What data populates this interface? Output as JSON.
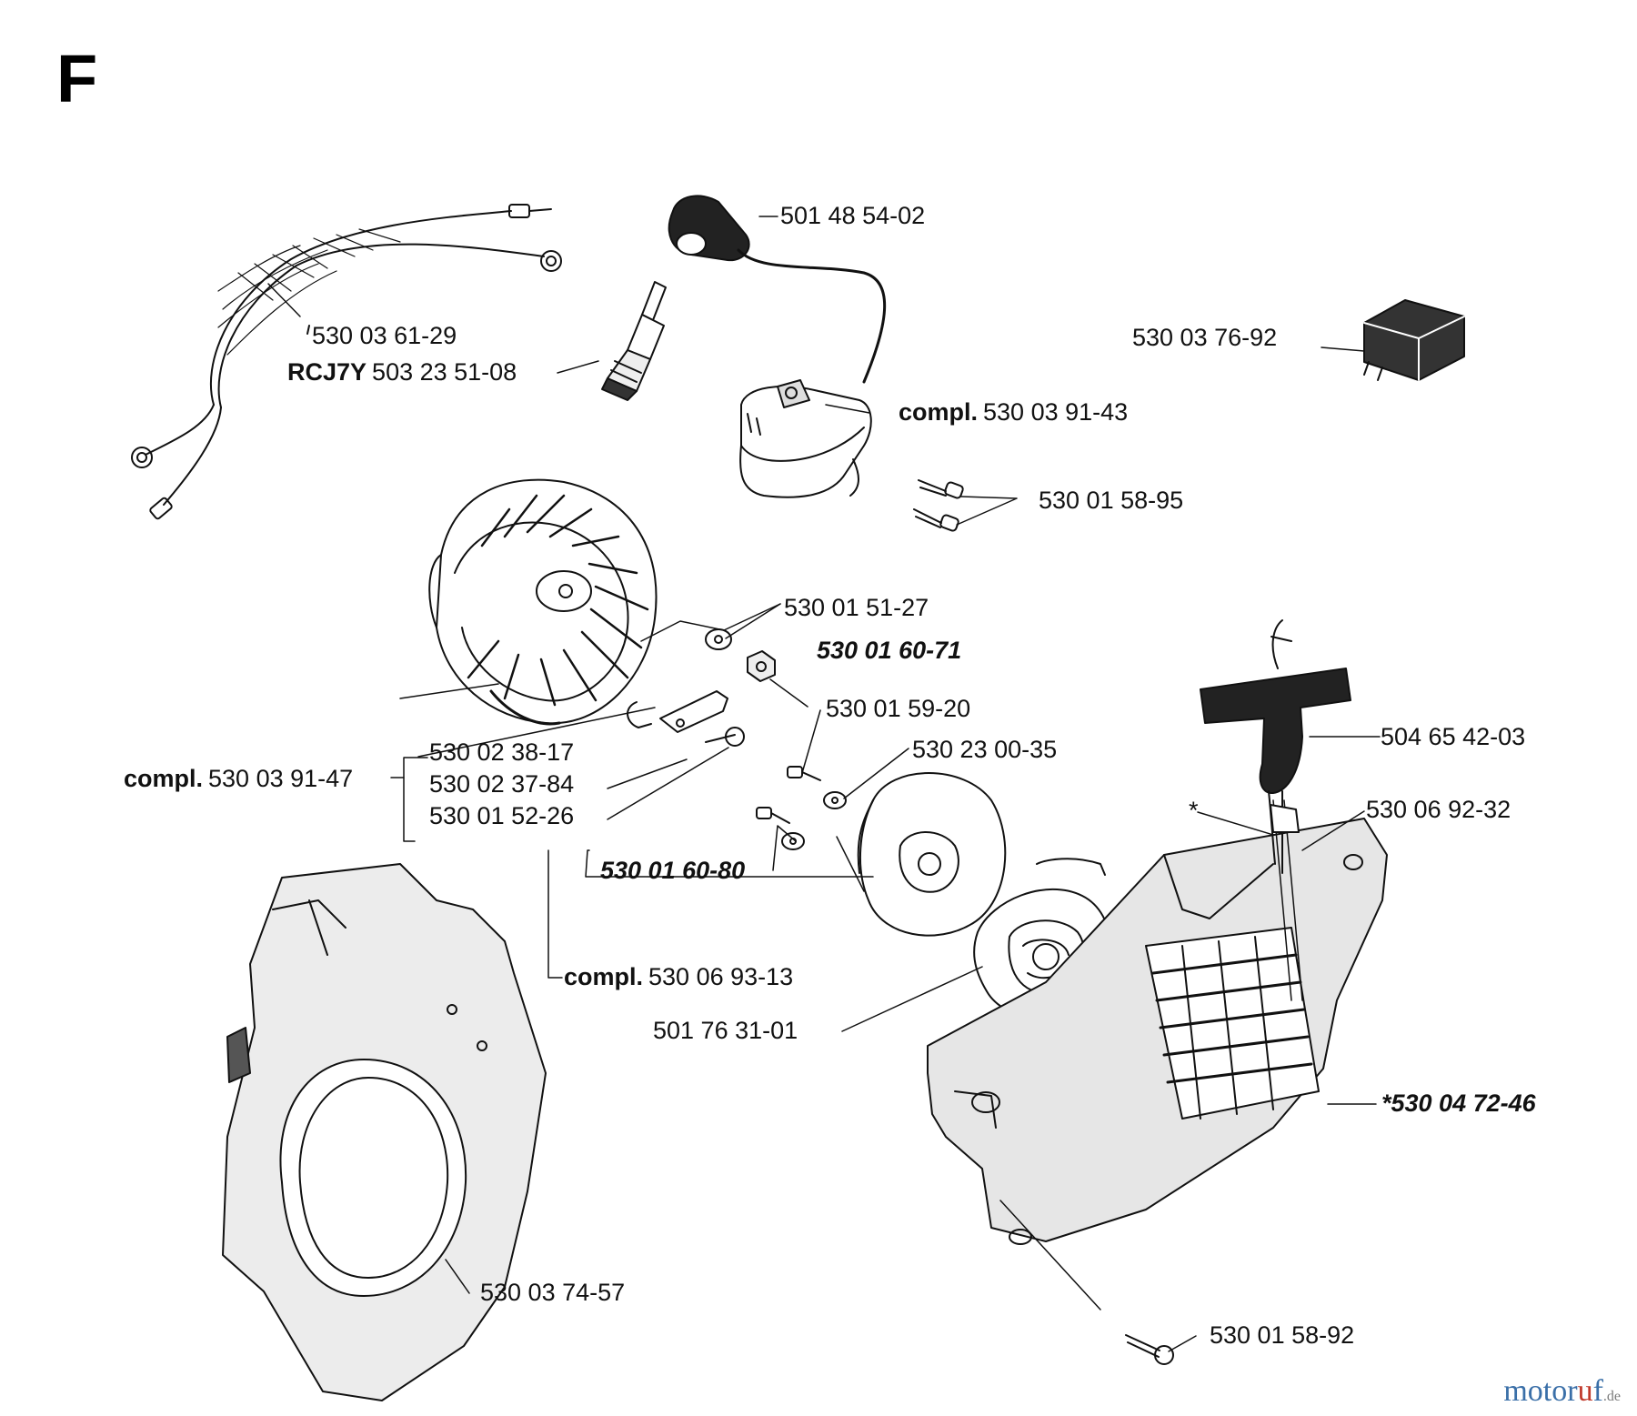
{
  "section_letter": "F",
  "labels": {
    "p1": "501 48 54-02",
    "p2": "530 03 61-29",
    "p3_prefix": "RCJ7Y",
    "p3": "503 23 51-08",
    "p4": "530 03 76-92",
    "p5_prefix": "compl.",
    "p5": "530 03 91-43",
    "p6": "530 01 58-95",
    "p7": "530 01 51-27",
    "p8": "530 01 60-71",
    "p9": "530 01 59-20",
    "p10": "530 23 00-35",
    "p11": "530 02 38-17",
    "p12_prefix": "compl.",
    "p12": "530 03 91-47",
    "p13": "530 02 37-84",
    "p14": "530 01 52-26",
    "p15": "504 65 42-03",
    "p16_star": "*",
    "p16": "530 06 92-32",
    "p17": "530 01 60-80",
    "p18_prefix": "compl.",
    "p18": "530 06 93-13",
    "p19": "501 76 31-01",
    "p20": "*530 04 72-46",
    "p21": "530 03 74-57",
    "p22": "530 01 58-92"
  },
  "watermark": {
    "text_a": "motor",
    "text_b": "u",
    "text_c": "f",
    "suffix": ".de",
    "color_a": "#3a6fa8",
    "color_b": "#c0392b"
  }
}
